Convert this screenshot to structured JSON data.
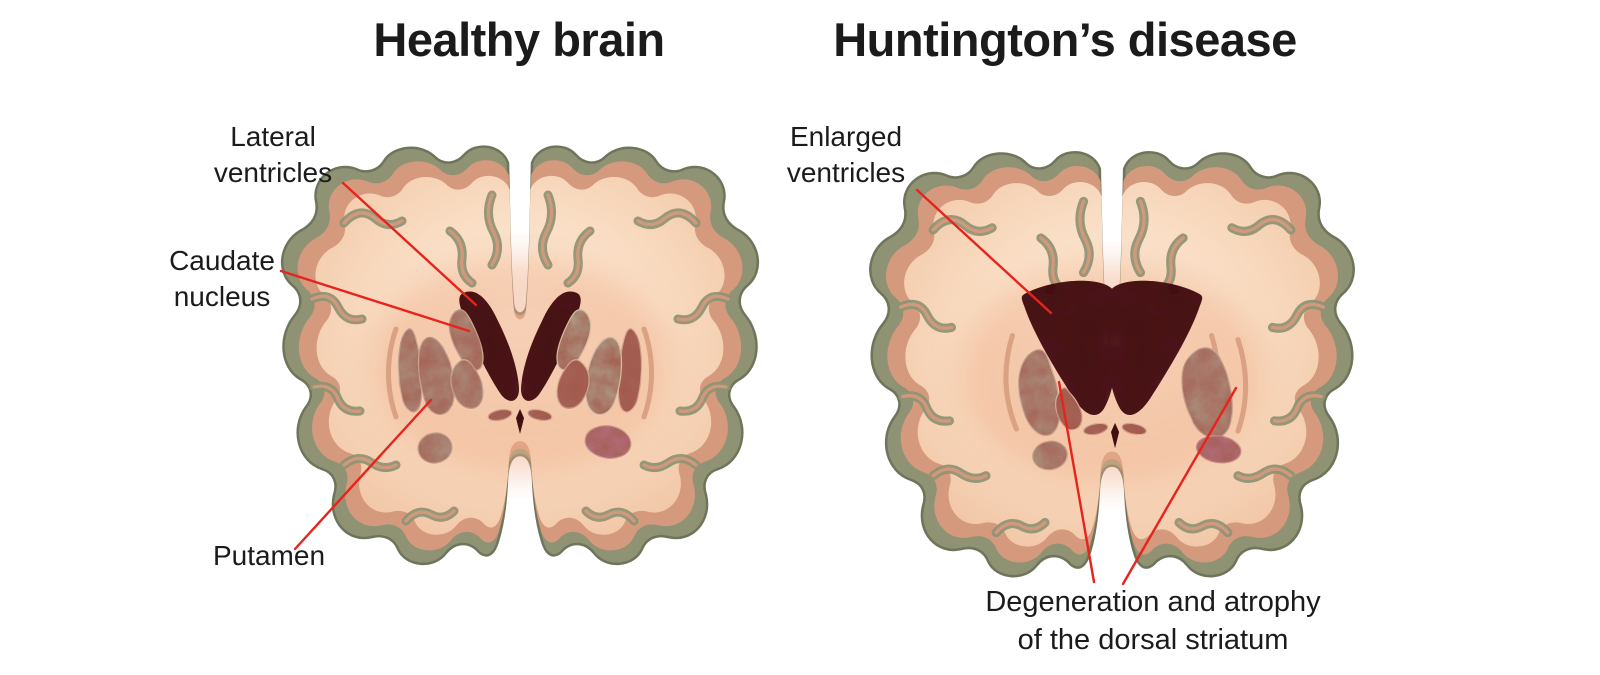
{
  "figure": {
    "healthy": {
      "title": "Healthy brain",
      "labels": {
        "lateral_ventricles": "Lateral\nventricles",
        "caudate_nucleus": "Caudate\nnucleus",
        "putamen": "Putamen"
      }
    },
    "huntington": {
      "title": "Huntington’s disease",
      "labels": {
        "enlarged_ventricles": "Enlarged\nventricles",
        "degeneration": "Degeneration and atrophy\nof the dorsal striatum"
      }
    }
  },
  "colors": {
    "background": "#ffffff",
    "text": "#1b1b1b",
    "leader_line": "#e8231c",
    "cortex_outer": "#8f9374",
    "cortex_outer_dark": "#6f755b",
    "cortex_band": "#d59a7d",
    "brain_interior": "#f8dcc2",
    "ventricle": "#430e10",
    "striatum": "#a2584a"
  }
}
